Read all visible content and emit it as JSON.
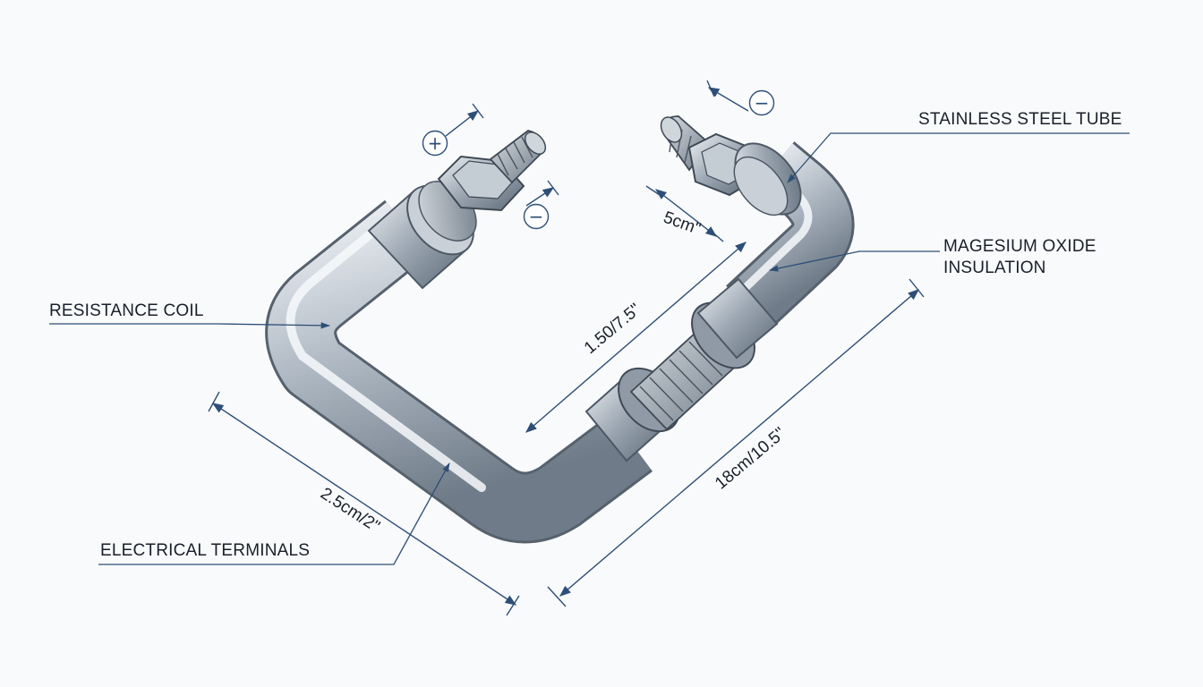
{
  "labels": {
    "stainless_steel_tube": "STAINLESS STEEL TUBE",
    "insulation_line1": "MAGESIUM OXIDE",
    "insulation_line2": "INSULATION",
    "resistance_coil": "RESISTANCE COIL",
    "electrical_terminals": "ELECTRICAL TERMINALS"
  },
  "dimensions": {
    "terminal_gap": "5cm\"",
    "inner_length": "1.50/7.5\"",
    "outer_length": "18cm/10.5\"",
    "width": "2.5cm/2\""
  },
  "symbols": {
    "positive": "+",
    "negative_left": "−",
    "negative_right": "−"
  },
  "colors": {
    "ink": "#1a1f2b",
    "dimension_line": "#2d4f77",
    "steel_light": "#f2f5f8",
    "steel_mid": "#b8c2cc",
    "steel_dark": "#6a7784"
  }
}
